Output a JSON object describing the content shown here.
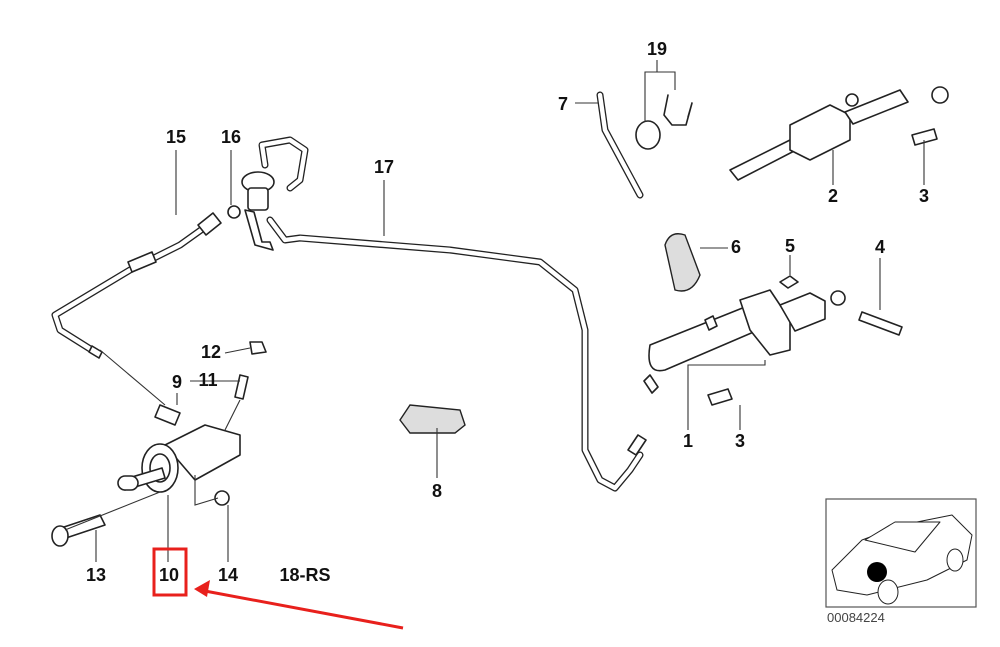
{
  "diagram": {
    "part_labels": {
      "p1": "1",
      "p2": "2",
      "p3a": "3",
      "p3b": "3",
      "p4": "4",
      "p5": "5",
      "p6": "6",
      "p7": "7",
      "p8": "8",
      "p9": "9",
      "p10": "10",
      "p11": "11",
      "p12": "12",
      "p13": "13",
      "p14": "14",
      "p15": "15",
      "p16": "16",
      "p17": "17",
      "p18": "18-RS",
      "p19": "19"
    },
    "inset_code": "00084224",
    "highlight": {
      "part": "10",
      "color": "#e8201c"
    }
  }
}
